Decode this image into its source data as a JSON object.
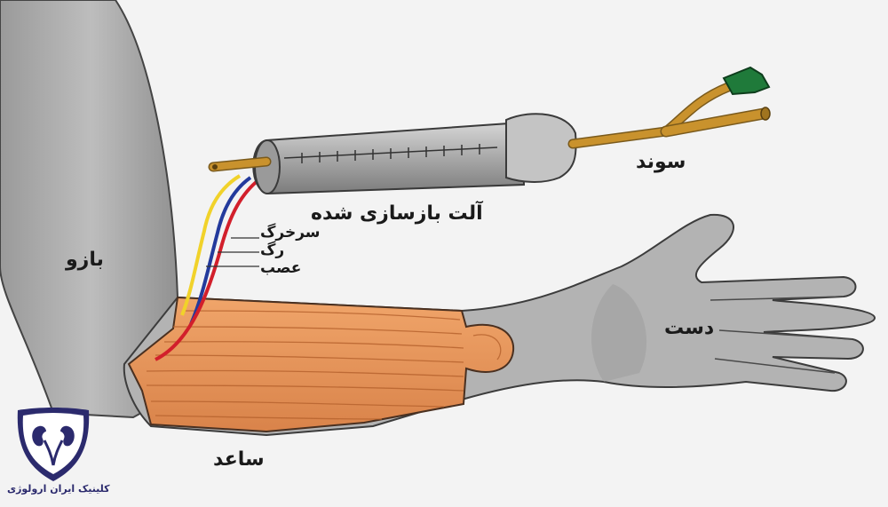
{
  "labels": {
    "catheter": "سوند",
    "reconstructed_organ": "آلت بازسازی شده",
    "artery": "سرخرگ",
    "vein": "رگ",
    "nerve": "عصب",
    "arm": "بازو",
    "hand": "دست",
    "forearm": "ساعد"
  },
  "logo": {
    "text": "کلینیک ایران ارولوژی",
    "icon": "kidney-shield-icon"
  },
  "colors": {
    "skin": "#a9a9a9",
    "skin_shadow": "#8d8d8d",
    "muscle": "#e89a5c",
    "catheter": "#c9922d",
    "catheter_tip": "#1f7a3a",
    "artery": "#d21f2b",
    "vein": "#233a9c",
    "nerve": "#f1d22a",
    "logo": "#2b2a6d"
  }
}
